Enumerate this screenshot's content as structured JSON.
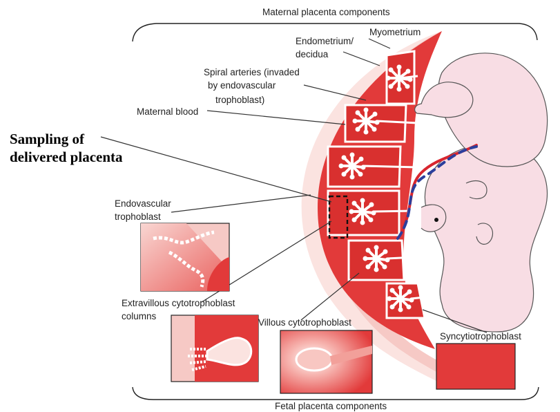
{
  "diagram": {
    "headings": {
      "maternal": "Maternal placenta components",
      "fetal": "Fetal placenta components"
    },
    "labels": {
      "myometrium": "Myometrium",
      "endometrium_1": "Endometrium/",
      "endometrium_2": "decidua",
      "spiral_1": "Spiral arteries (invaded",
      "spiral_2": "by endovascular",
      "spiral_3": "trophoblast)",
      "maternal_blood": "Maternal blood",
      "sampling_1": "Sampling of",
      "sampling_2": "delivered placenta",
      "endovascular_1": "Endovascular",
      "endovascular_2": "trophoblast",
      "extravillous_1": "Extravillous cytotrophoblast",
      "extravillous_2": "columns",
      "villous": "Villous cytotrophoblast",
      "syncytio": "Syncytiotrophoblast"
    },
    "colors": {
      "placenta_red": "#e23a3a",
      "light_pink": "#f6c9c5",
      "pale_pink": "#fbe3e0",
      "fetus_skin": "#f8dde4",
      "umbilical_red": "#d8262f",
      "umbilical_blue": "#2c3f9c"
    }
  }
}
